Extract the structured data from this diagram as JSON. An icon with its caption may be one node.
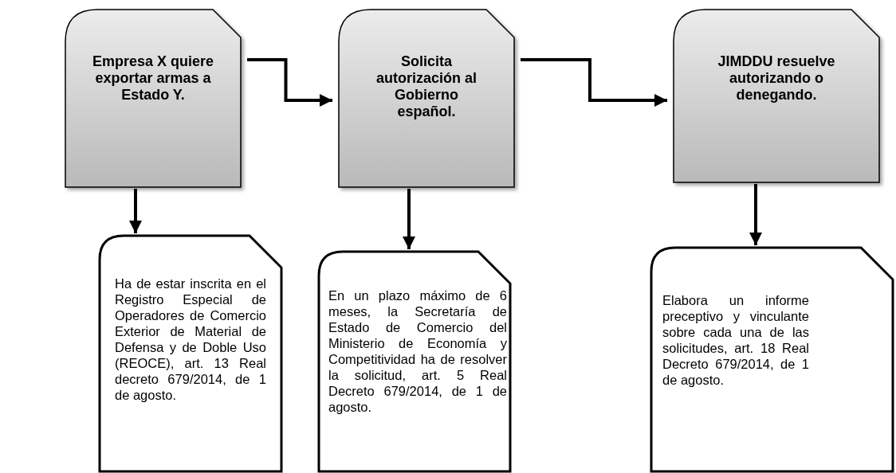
{
  "diagram": {
    "nodes": [
      {
        "text": [
          "Empresa X quiere exportar armas a Estado Y."
        ]
      },
      {
        "text": [
          "Solicita autorización al Gobierno español."
        ]
      },
      {
        "text": [
          "JIMDDU resuelve autorizando o denegando."
        ]
      },
      {
        "text": [
          "Ha de estar inscrita en el Registro Especial de Operadores de Comercio Exterior de Material de Defensa y de Doble Uso (REOCE), art. 13 Real decreto 679/2014, de 1 de agosto."
        ]
      },
      {
        "text": [
          "En un plazo máximo de 6 meses, la Secretaría de Estado de Comercio del Ministerio de Economía y Competitividad ha de resolver la solicitud, art. 5 Real Decreto 679/2014, de 1 de agosto."
        ]
      },
      {
        "text": [
          "Elabora un informe preceptivo y vinculante sobre cada una de las solicitudes, art. 18 Real Decreto 679/2014, de 1 de agosto."
        ]
      }
    ],
    "edges": [
      {
        "from": 0,
        "to": 1,
        "arrow": "to"
      },
      {
        "from": 1,
        "to": 2,
        "arrow": "to"
      },
      {
        "from": 0,
        "to": 3,
        "arrow": "to"
      },
      {
        "from": 1,
        "to": 4,
        "arrow": "to"
      },
      {
        "from": 2,
        "to": 5,
        "arrow": "to"
      }
    ]
  }
}
